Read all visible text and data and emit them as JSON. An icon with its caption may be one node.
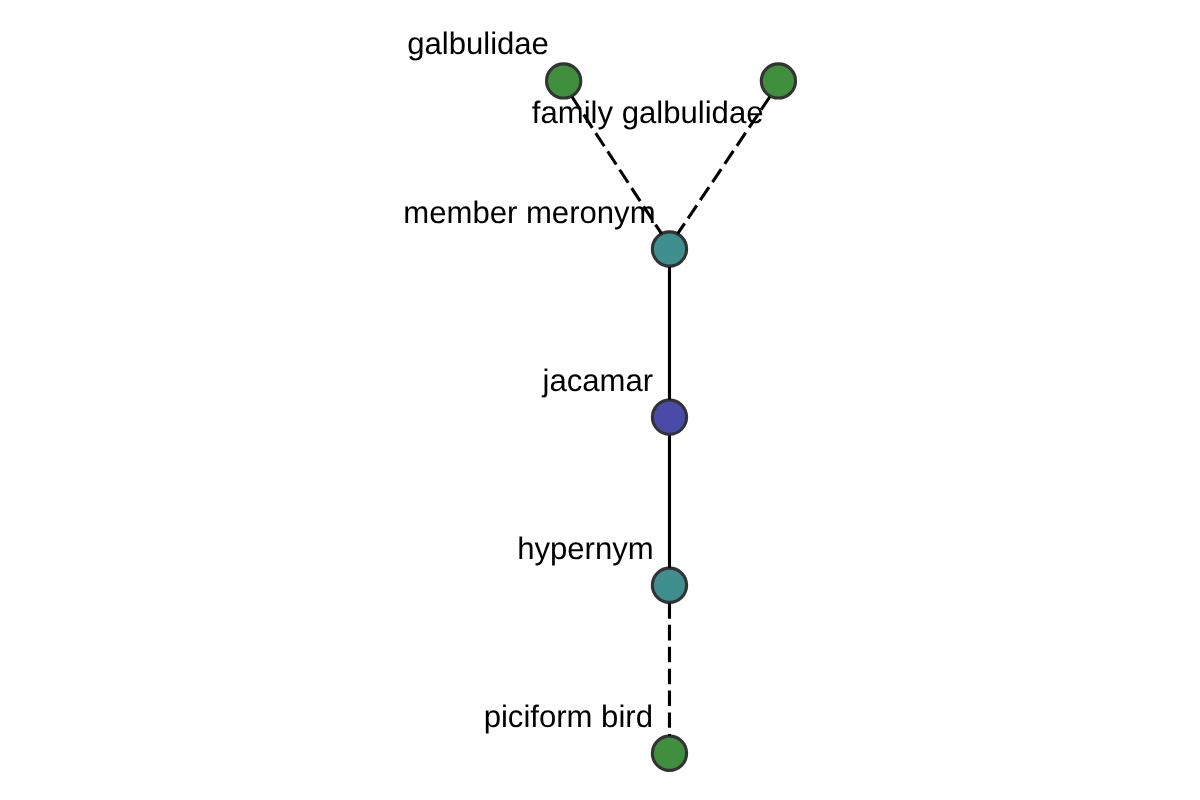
{
  "diagram": {
    "nodes": [
      {
        "text": [
          "galbulidae"
        ]
      },
      {
        "text": [
          "family galbulidae"
        ]
      },
      {
        "text": [
          "member meronym"
        ]
      },
      {
        "text": [
          "jacamar"
        ]
      },
      {
        "text": [
          "hypernym"
        ]
      },
      {
        "text": [
          "piciform bird"
        ]
      }
    ],
    "edges": [
      {
        "from": 0,
        "to": 2,
        "arrow": "none",
        "style": "dashed"
      },
      {
        "from": 1,
        "to": 2,
        "arrow": "none",
        "style": "dashed"
      },
      {
        "from": 2,
        "to": 3,
        "arrow": "none"
      },
      {
        "from": 3,
        "to": 4,
        "arrow": "none"
      },
      {
        "from": 4,
        "to": 5,
        "arrow": "none",
        "style": "dashed"
      }
    ]
  }
}
